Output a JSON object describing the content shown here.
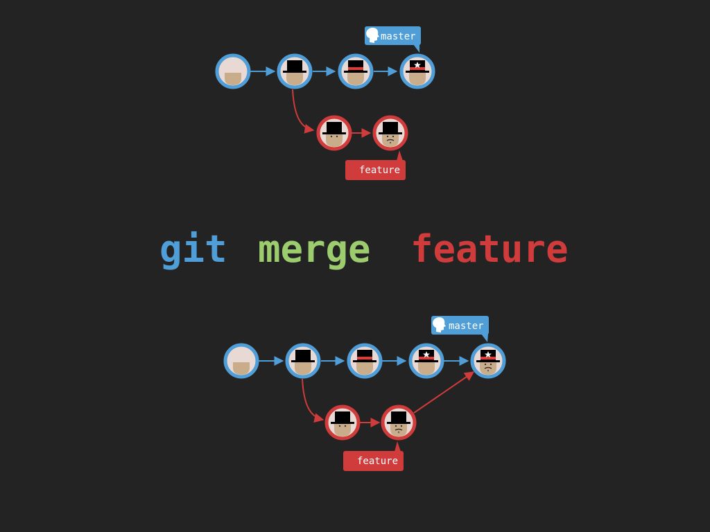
{
  "colors": {
    "background": "#232323",
    "master_blue": "#4f9ed8",
    "feature_red": "#d03b3b",
    "merge_green": "#9ccc6d",
    "node_fill": "#e9d9d4",
    "face_skin": "#c9ad8a",
    "hat_black": "#000000",
    "hat_band_red": "#e53935"
  },
  "command": {
    "git": "git",
    "merge": "merge",
    "feature": "feature"
  },
  "before": {
    "master_label": "master",
    "feature_label": "feature",
    "master_icon": "head-silhouette-icon"
  },
  "after": {
    "master_label": "master",
    "feature_label": "feature",
    "master_icon": "head-silhouette-icon"
  }
}
